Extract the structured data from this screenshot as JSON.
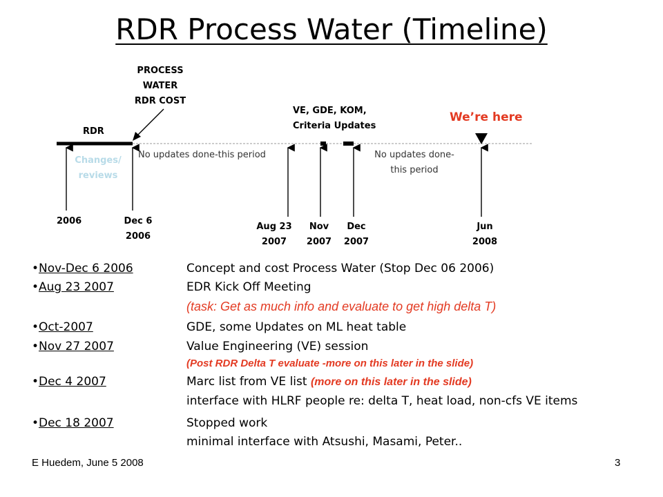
{
  "title": "RDR Process Water (Timeline)",
  "timeline": {
    "top_labels": {
      "rdr": "RDR",
      "process_water_line1": "PROCESS",
      "process_water_line2": "WATER",
      "process_water_line3": "RDR COST",
      "ve_line1": "VE, GDE, KOM,",
      "ve_line2": "Criteria Updates",
      "were_here": "We’re here"
    },
    "notes": {
      "changes_line1": "Changes/",
      "changes_line2": "reviews",
      "no_updates_1": "No updates done-this period",
      "no_updates_2_line1": "No updates done-",
      "no_updates_2_line2": "this period"
    },
    "dates": {
      "d2006": "2006",
      "dec6_line1": "Dec 6",
      "dec6_line2": "2006",
      "aug23_line1": "Aug 23",
      "aug23_line2": "2007",
      "nov_line1": "Nov",
      "nov_line2": "2007",
      "dec_line1": "Dec",
      "dec_line2": "2007",
      "jun_line1": "Jun",
      "jun_line2": "2008"
    },
    "colors": {
      "accent_red": "#e33a22",
      "faint_blue": "#b8dbe8",
      "line": "#000000"
    }
  },
  "entries": [
    {
      "date": "Nov-Dec 6 2006",
      "text": "Concept and cost Process Water (Stop Dec 06 2006)"
    },
    {
      "date": "Aug 23 2007",
      "text": "EDR Kick Off Meeting",
      "sub": "(task: Get as much info and evaluate to get high delta T)"
    },
    {
      "date": "Oct-2007",
      "text": "GDE, some Updates on ML heat table"
    },
    {
      "date": "Nov 27 2007",
      "text": "Value Engineering (VE) session",
      "sub": "(Post RDR Delta T evaluate -more on this later in the slide)"
    },
    {
      "date": "Dec 4 2007",
      "text": "Marc list from VE list",
      "text_red": "(more on this later in the slide)",
      "sub": "interface with HLRF people re: delta T, heat load, non-cfs VE items"
    },
    {
      "date": "Dec 18 2007",
      "text": "Stopped work",
      "sub": "minimal interface with Atsushi, Masami, Peter.."
    }
  ],
  "footer": {
    "left": "E Huedem, June 5 2008",
    "page": "3"
  }
}
